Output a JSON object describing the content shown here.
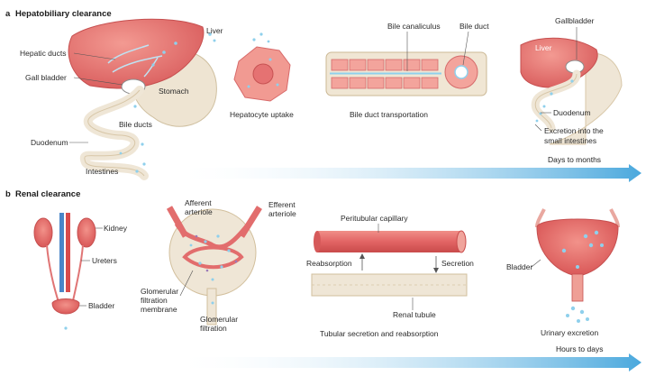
{
  "panel_a": {
    "letter": "a",
    "title": "Hepatobiliary clearance",
    "labels": {
      "liver": "Liver",
      "hepatic_ducts": "Hepatic ducts",
      "gall_bladder": "Gall bladder",
      "stomach": "Stomach",
      "bile_ducts": "Bile ducts",
      "duodenum": "Duodenum",
      "intestines": "Intestines",
      "hepatocyte_uptake": "Hepatocyte uptake",
      "bile_canaliculus": "Bile canaliculus",
      "bile_duct": "Bile duct",
      "bile_duct_transportation": "Bile duct transportation",
      "gallbladder": "Gallbladder",
      "liver2": "Liver",
      "duodenum2": "Duodenum",
      "excretion_line1": "Excretion into the",
      "excretion_line2": "small intestines"
    },
    "timescale": "Days to months"
  },
  "panel_b": {
    "letter": "b",
    "title": "Renal clearance",
    "labels": {
      "kidney": "Kidney",
      "ureters": "Ureters",
      "bladder": "Bladder",
      "afferent_1": "Afferent",
      "afferent_2": "arteriole",
      "efferent_1": "Efferent",
      "efferent_2": "arteriole",
      "glom_membrane_1": "Glomerular",
      "glom_membrane_2": "filtration",
      "glom_membrane_3": "membrane",
      "glom_filtration_1": "Glomerular",
      "glom_filtration_2": "filtration",
      "peritubular_capillary": "Peritubular capillary",
      "reabsorption": "Reabsorption",
      "secretion": "Secretion",
      "renal_tubule": "Renal tubule",
      "tubular_caption": "Tubular secretion and reabsorption",
      "bladder2": "Bladder",
      "urinary_excretion": "Urinary excretion"
    },
    "timescale": "Hours to days"
  },
  "colors": {
    "organ": "#e26d6d",
    "organ_light": "#f1a6a0",
    "tissue": "#e8dcc6",
    "particle": "#8fd0ec",
    "arrow": "#4aa8dd"
  }
}
